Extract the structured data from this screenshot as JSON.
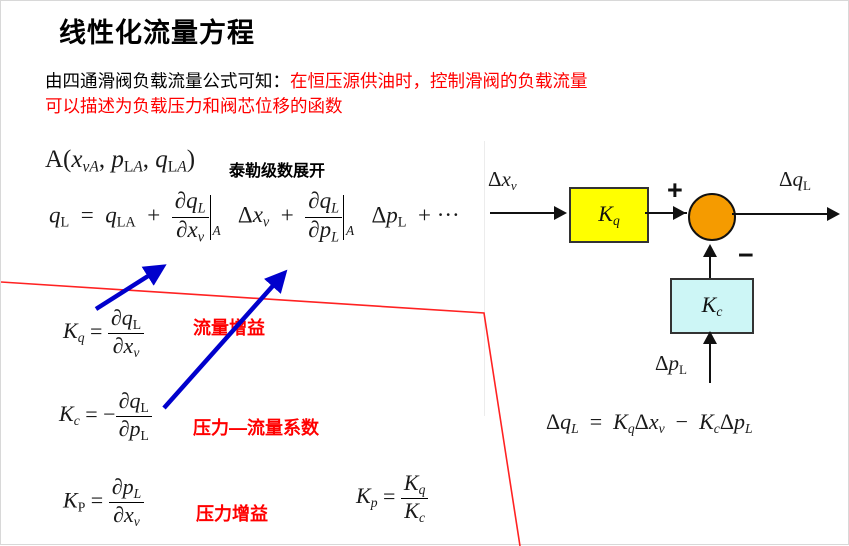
{
  "slide": {
    "title": "线性化流量方程",
    "paragraph": {
      "black_part": "由四通滑阀负载流量公式可知：",
      "red_line1": "在恒压源供油时，控制滑阀的负载流量",
      "red_line2": "可以描述为负载压力和阀芯位移的函数"
    },
    "taylor_label": "泰勒级数展开",
    "operating_point": "A(x_vA, p_LA, q_LA)",
    "taylor_equation": "q_L = q_LA + (∂q_L/∂x_v)|_A Δx_v + (∂q_L/∂p_L)|_A Δp_L + ···",
    "definitions": [
      {
        "symbol": "K_q",
        "expression": "∂q_L / ∂x_v",
        "annotation": "流量增益"
      },
      {
        "symbol": "K_c",
        "expression": "− ∂q_L / ∂p_L",
        "annotation": "压力—流量系数"
      },
      {
        "symbol": "K_P",
        "expression": "∂p_L / ∂x_v",
        "annotation": "压力增益"
      }
    ],
    "kp_ratio": "K_p = K_q / K_c"
  },
  "diagram": {
    "input_label": "Δx_v",
    "output_label": "Δq_L",
    "feedback_label": "Δp_L",
    "block_forward": "K_q",
    "block_feedback": "K_c",
    "sign_positive": "+",
    "sign_negative": "−",
    "equation": "Δq_L = K_q Δx_v − K_c Δp_L",
    "colors": {
      "forward_block": "#ffff00",
      "feedback_block": "#cdf6f6",
      "summing_node": "#f59b00",
      "line": "#111111"
    }
  },
  "annotations": {
    "arrow_color": "#0000cc",
    "line_color": "#ff2222",
    "red_text_color": "#ff0000"
  }
}
